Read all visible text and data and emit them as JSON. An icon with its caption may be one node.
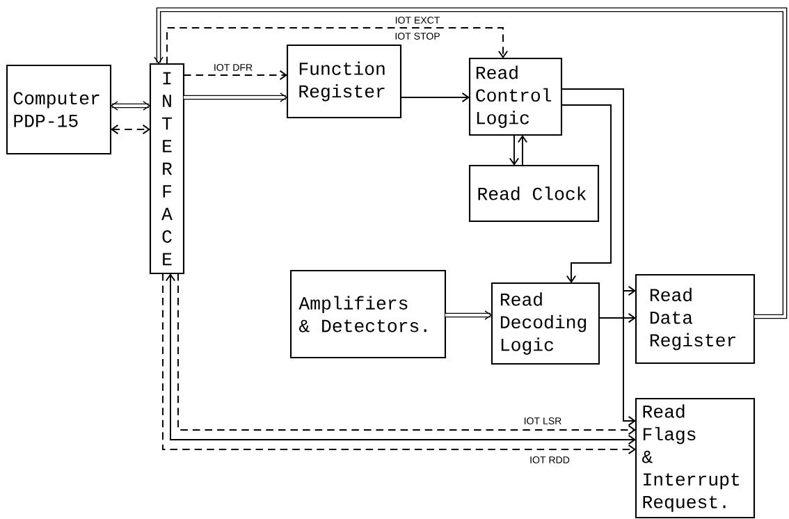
{
  "diagram": {
    "nodes": [
      {
        "text": [
          "Computer PDP-15"
        ]
      },
      {
        "text": [
          "I N T E R F A C E"
        ]
      },
      {
        "text": [
          "Function Register"
        ]
      },
      {
        "text": [
          "Read Control Logic"
        ]
      },
      {
        "text": [
          "Read Clock"
        ]
      },
      {
        "text": [
          "Amplifiers & Detectors."
        ]
      },
      {
        "text": [
          "Read Decoding Logic"
        ]
      },
      {
        "text": [
          "Read Data Register"
        ]
      },
      {
        "text": [
          "Read Flags & Interrupt Request."
        ]
      }
    ],
    "edges": [
      {
        "from": 0,
        "to": 1,
        "arrow": "both",
        "style": "thick"
      },
      {
        "from": 0,
        "to": 1,
        "arrow": "both",
        "style": "dashed"
      },
      {
        "from": 1,
        "to": 2,
        "arrow": "to",
        "style": "dashed",
        "label": "IOT DFR"
      },
      {
        "from": 1,
        "to": 2,
        "arrow": "to",
        "style": "thick"
      },
      {
        "from": 2,
        "to": 3,
        "arrow": "to"
      },
      {
        "from": 1,
        "to": 3,
        "arrow": "to",
        "style": "dashed",
        "label": "IOT EXCT"
      },
      {
        "from": 7,
        "to": 1,
        "arrow": "to",
        "style": "thick"
      },
      {
        "from": 3,
        "to": 4,
        "arrow": "to"
      },
      {
        "from": 4,
        "to": 3,
        "arrow": "to"
      },
      {
        "from": 3,
        "to": 6,
        "arrow": "to"
      },
      {
        "from": 3,
        "to": 7,
        "arrow": "to"
      },
      {
        "from": 3,
        "to": 8,
        "arrow": "to"
      },
      {
        "from": 5,
        "to": 6,
        "arrow": "to",
        "style": "thick"
      },
      {
        "from": 6,
        "to": 7,
        "arrow": "to"
      },
      {
        "from": 1,
        "to": 8,
        "arrow": "to",
        "style": "dashed",
        "label": "IOT LSR"
      },
      {
        "from": 1,
        "to": 8,
        "arrow": "both"
      },
      {
        "from": 1,
        "to": 8,
        "arrow": "to",
        "style": "dashed",
        "label": "IOT RDD"
      }
    ],
    "labels": [
      "IOT STOP"
    ]
  }
}
